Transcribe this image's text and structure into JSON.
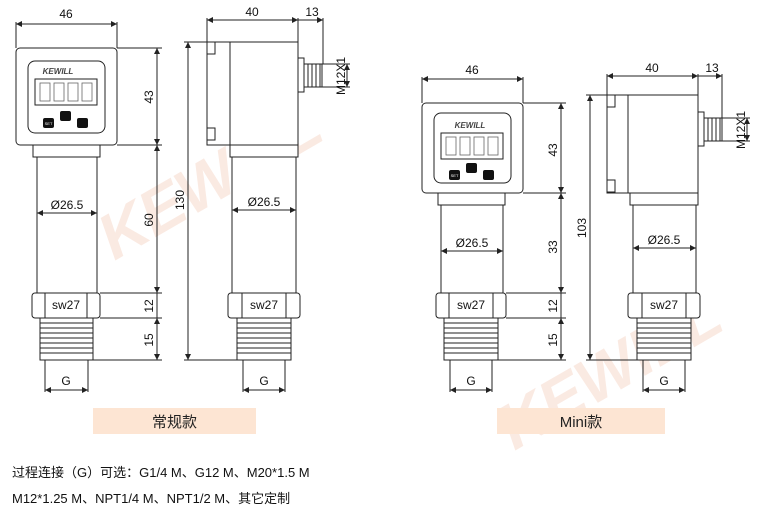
{
  "watermark": "KEWILL",
  "standard": {
    "label": "常规款",
    "brand": "KEWILL",
    "btn_set": "SET",
    "dims": {
      "width": "46",
      "head_height": "43",
      "tube_dia": "Ø26.5",
      "tube_len": "60",
      "total": "130",
      "hex": "sw27",
      "hex_h": "12",
      "thread_h": "15",
      "thread": "G",
      "side_depth": "40",
      "conn_len": "13",
      "conn": "M12X1"
    }
  },
  "mini": {
    "label": "Mini款",
    "brand": "KEWILL",
    "btn_set": "SET",
    "dims": {
      "width": "46",
      "head_height": "43",
      "tube_dia": "Ø26.5",
      "tube_len": "33",
      "total": "103",
      "hex": "sw27",
      "hex_h": "12",
      "thread_h": "15",
      "thread": "G",
      "side_depth": "40",
      "conn_len": "13",
      "conn": "M12X1"
    }
  },
  "notes": [
    "过程连接（G）可选：G1/4 M、G12 M、M20*1.5 M",
    "M12*1.25 M、NPT1/4 M、NPT1/2 M、其它定制"
  ]
}
